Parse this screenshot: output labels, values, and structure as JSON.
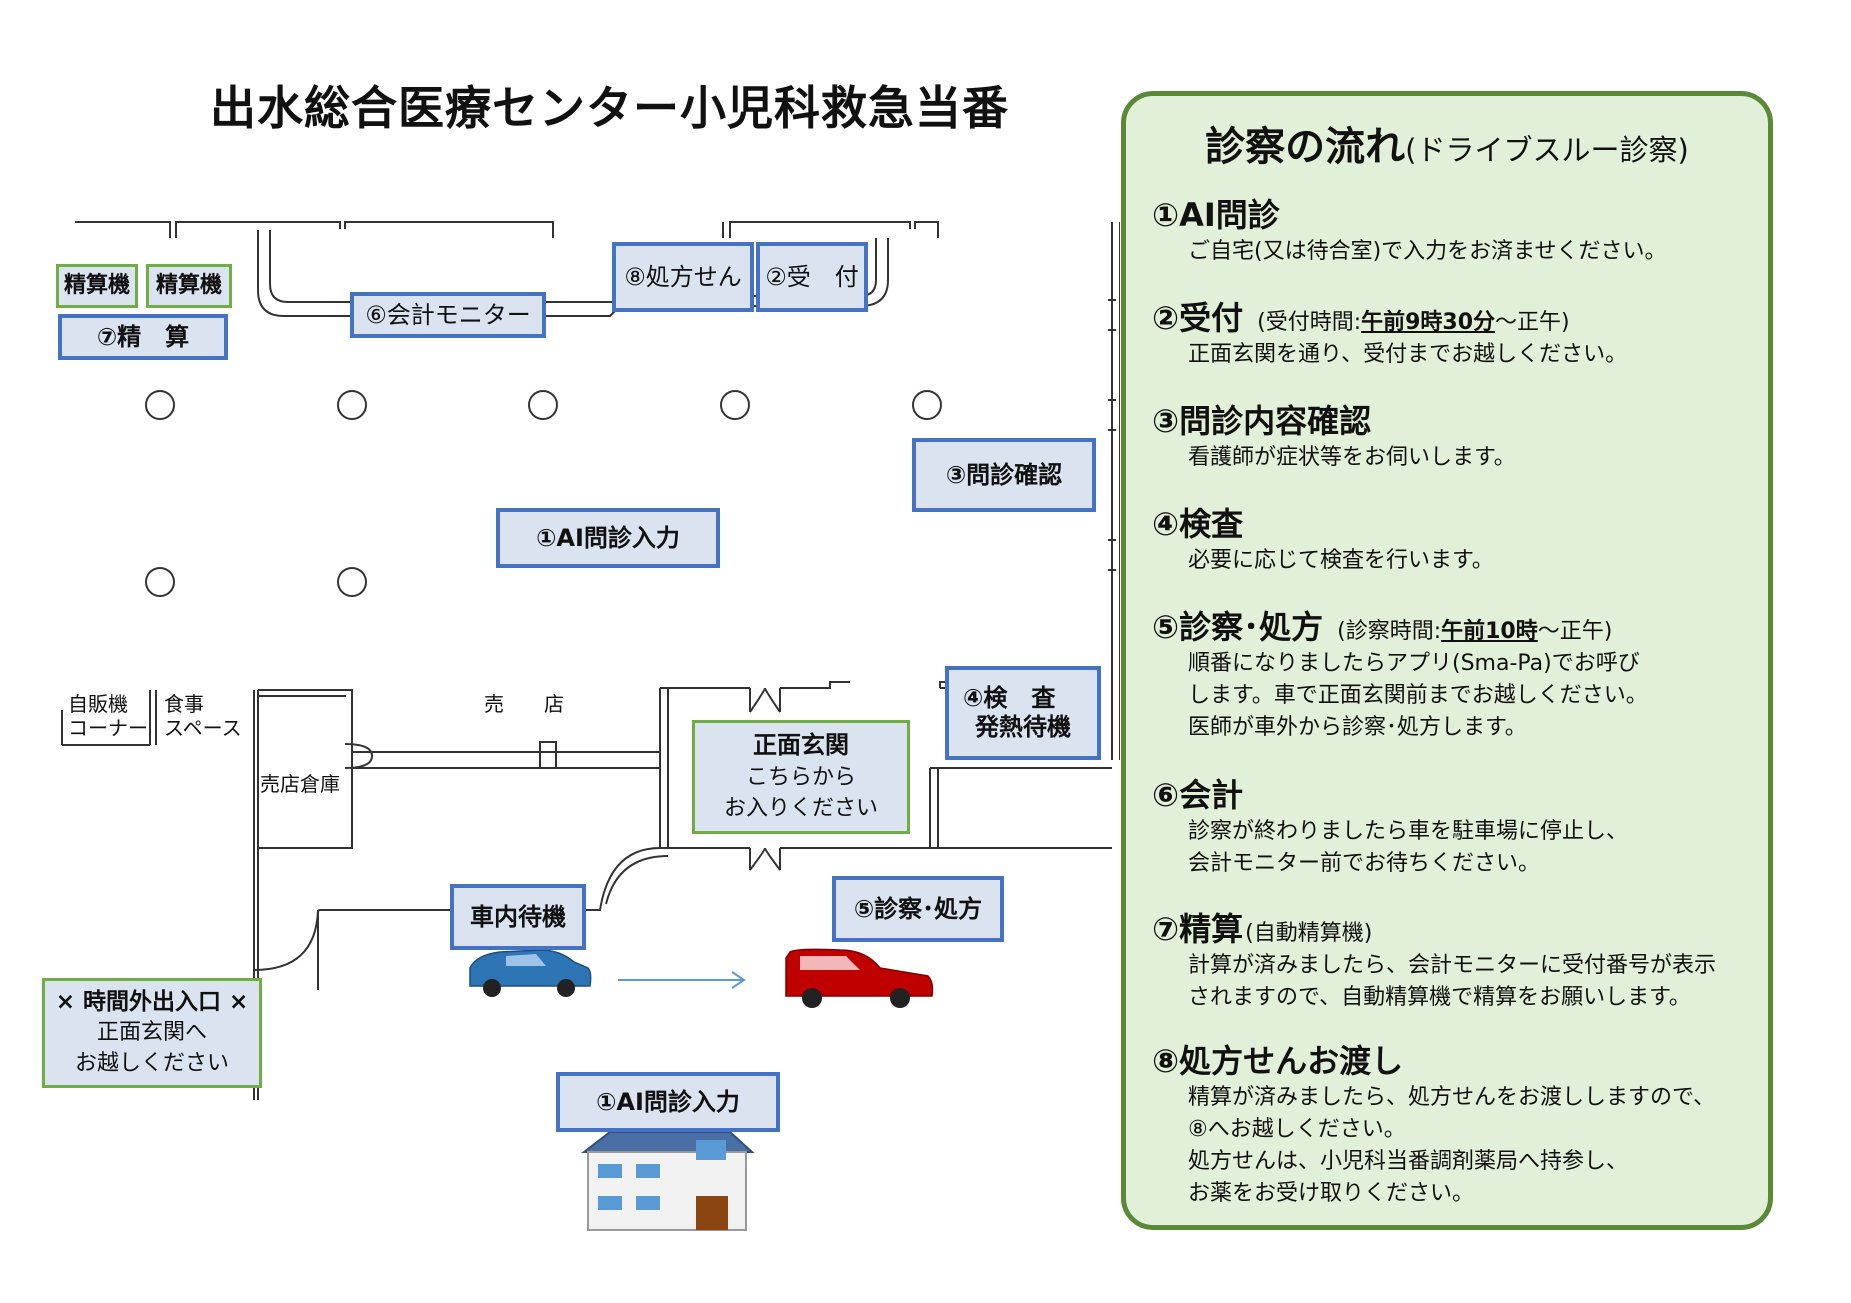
{
  "title": "出水総合医療センター小児科救急当番",
  "map": {
    "kiosk1": "精算機",
    "kiosk2": "精算機",
    "payment": "⑦精　算",
    "monitor": "⑥会計モニター",
    "prescription": "⑧処方せん",
    "reception": "②受　付",
    "confirm": "③問診確認",
    "ai_inside": "①AI問診入力",
    "exam_line1": "④検　査",
    "exam_line2": "発熱待機",
    "vending_line1": "自販機",
    "vending_line2": "コーナー",
    "food_line1": "食事",
    "food_line2": "スペース",
    "shop": "売　　店",
    "storage": "売店倉庫",
    "entrance_title": "正面玄関",
    "entrance_line1": "こちらから",
    "entrance_line2": "お入りください",
    "car_wait": "車内待機",
    "diagnosis": "⑤診察･処方",
    "after_hours_title": "× 時間外出入口 ×",
    "after_hours_line1": "正面玄関へ",
    "after_hours_line2": "お越しください",
    "ai_home": "①AI問診入力"
  },
  "flow": {
    "title": "診察の流れ",
    "subtitle": "(ドライブスルー診察)",
    "steps": [
      {
        "heading": "①AI問診",
        "text": "ご自宅(又は待合室)で入力をお済ませください。"
      },
      {
        "heading": "②受付",
        "note_pre": "(受付時間:",
        "note_emph": "午前9時30分",
        "note_post": "～正午)",
        "text": "正面玄関を通り、受付までお越しください。"
      },
      {
        "heading": "③問診内容確認",
        "text": "看護師が症状等をお伺いします。"
      },
      {
        "heading": "④検査",
        "text": "必要に応じて検査を行います。"
      },
      {
        "heading": "⑤診察･処方",
        "note_pre": "(診察時間:",
        "note_emph": "午前10時",
        "note_post": "～正午)",
        "text": "順番になりましたらアプリ(Sma-Pa)でお呼び\nします。車で正面玄関前までお越しください。\n医師が車外から診察･処方します。"
      },
      {
        "heading": "⑥会計",
        "text": "診察が終わりましたら車を駐車場に停止し、\n会計モニター前でお待ちください。"
      },
      {
        "heading": "⑦精算",
        "note_pre": "(自動精算機)",
        "text": "計算が済みましたら、会計モニターに受付番号が表示\nされますので、自動精算機で精算をお願いします。"
      },
      {
        "heading": "⑧処方せんお渡し",
        "text": "精算が済みましたら、処方せんをお渡ししますので、\n⑧へお越しください。\n処方せんは、小児科当番調剤薬局へ持参し、\nお薬をお受け取りください。"
      }
    ]
  },
  "colors": {
    "blue_border": "#4472c4",
    "label_fill": "#dbe3f1",
    "green_border": "#70ad47",
    "panel_fill": "#e2efd9",
    "panel_border": "#5a8a36"
  }
}
